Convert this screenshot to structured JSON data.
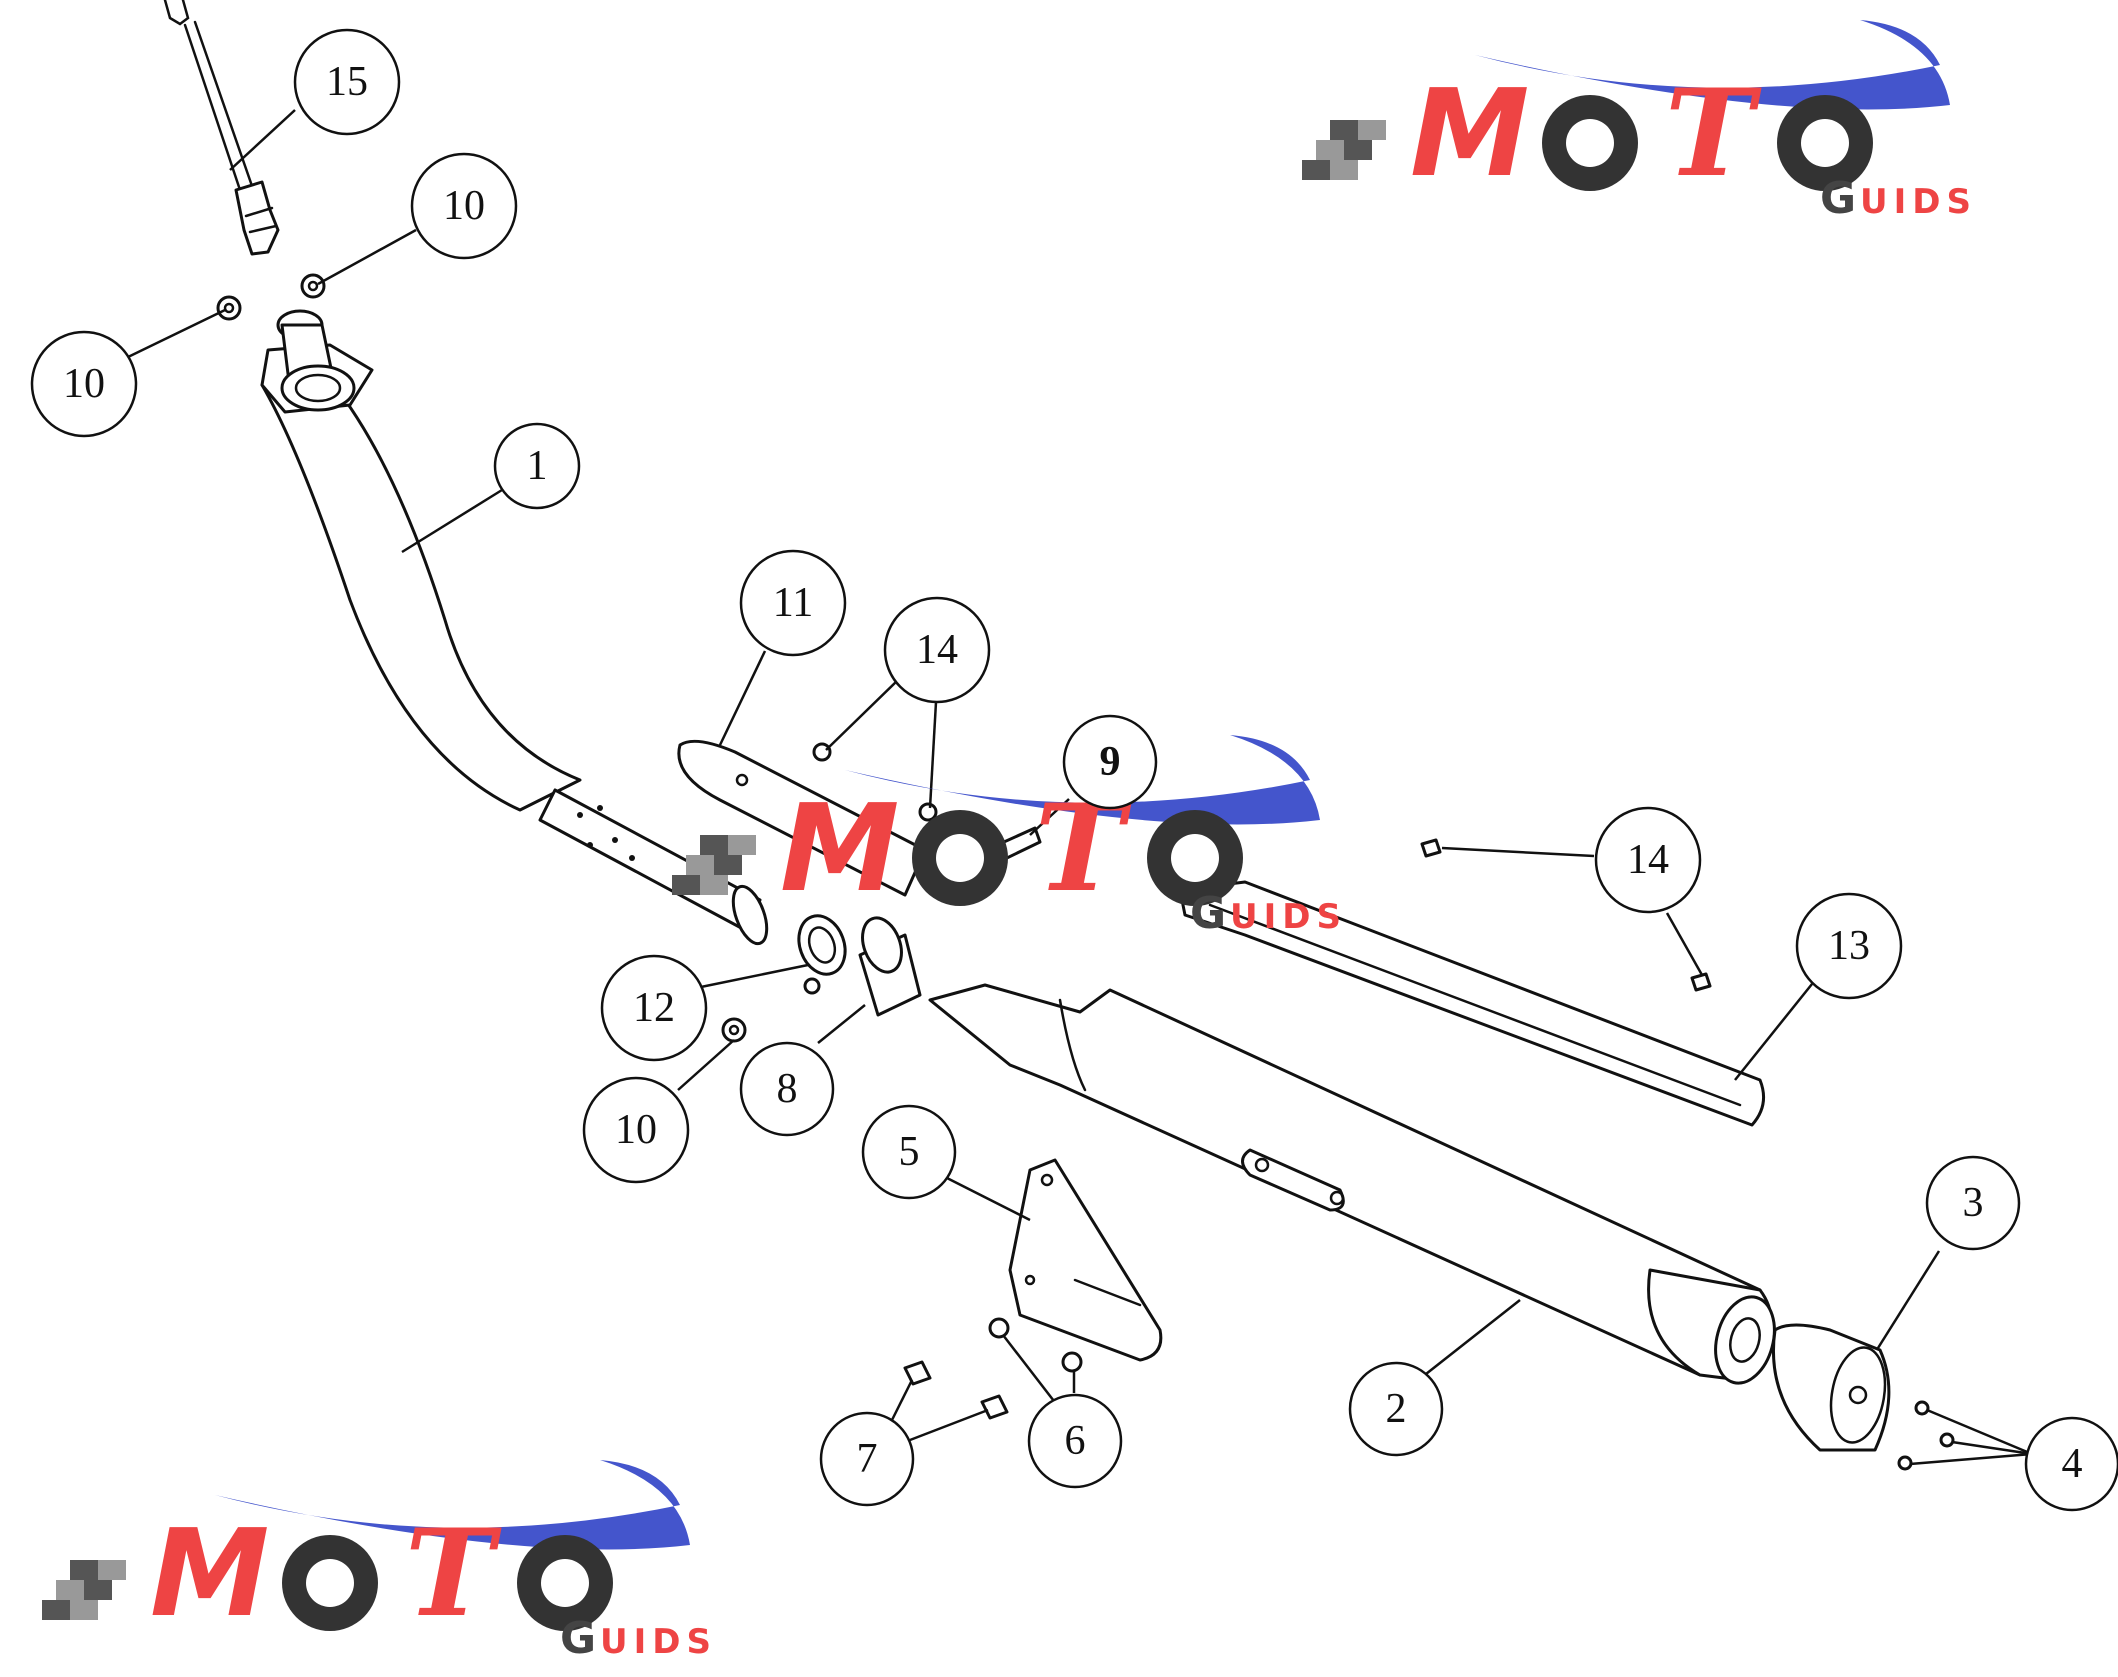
{
  "callouts": [
    {
      "label": "15"
    },
    {
      "label": "10"
    },
    {
      "label": "10"
    },
    {
      "label": "1"
    },
    {
      "label": "11"
    },
    {
      "label": "14"
    },
    {
      "label": "9"
    },
    {
      "label": "14"
    },
    {
      "label": "13"
    },
    {
      "label": "12"
    },
    {
      "label": "10"
    },
    {
      "label": "8"
    },
    {
      "label": "5"
    },
    {
      "label": "3"
    },
    {
      "label": "2"
    },
    {
      "label": "6"
    },
    {
      "label": "7"
    },
    {
      "label": "4"
    }
  ],
  "watermark": {
    "letters": [
      "M",
      "T"
    ],
    "sub_first": "G",
    "sub_rest": "UIDS"
  },
  "colors": {
    "logo_red": "#ee4444",
    "logo_blue": "#4455cc",
    "logo_dark": "#333333"
  }
}
